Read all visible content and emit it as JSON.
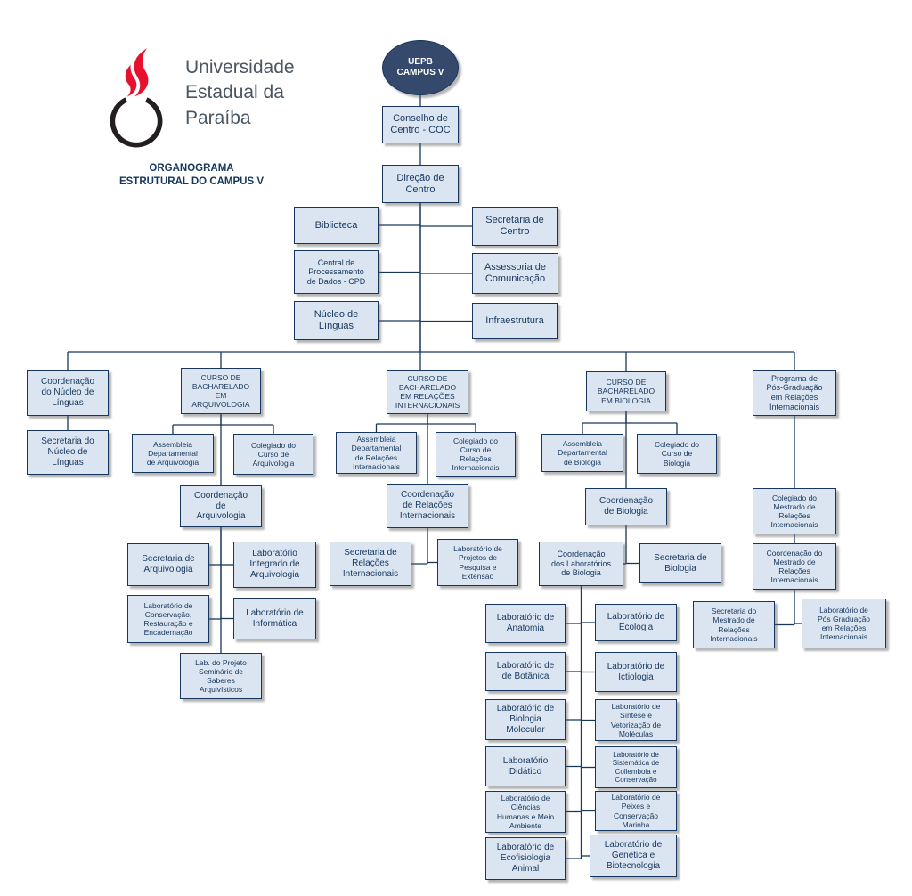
{
  "header": {
    "university_name": "Universidade\nEstadual da\nParaíba",
    "chart_title": "ORGANOGRAMA\nESTRUTURAL DO CAMPUS V"
  },
  "colors": {
    "line": "#17375d",
    "text": "#17375d",
    "box_fill": "#dbe5f1",
    "box_border": "#16365d",
    "root_fill": "#35496d",
    "logo_red": "#e8112d",
    "logo_arc": "#231f20"
  },
  "org": {
    "nodes": [
      {
        "id": "ellipse",
        "label": "UEPB\nCAMPUS V",
        "parent": null
      },
      {
        "id": "coc",
        "label": "Conselho de\nCentro - COC",
        "parent": "ellipse"
      },
      {
        "id": "direcao",
        "label": "Direção de\nCentro",
        "parent": "coc"
      },
      {
        "id": "biblioteca",
        "label": "Biblioteca",
        "parent": "direcao"
      },
      {
        "id": "secretaria_centro",
        "label": "Secretaria de\nCentro",
        "parent": "direcao"
      },
      {
        "id": "cpd",
        "label": "Central de\nProcessamento\nde Dados - CPD",
        "parent": "direcao"
      },
      {
        "id": "assessoria",
        "label": "Assessoria de\nComunicação",
        "parent": "direcao"
      },
      {
        "id": "nucleo_linguas",
        "label": "Núcleo de\nLínguas",
        "parent": "direcao"
      },
      {
        "id": "infraestrutura",
        "label": "Infraestrutura",
        "parent": "direcao"
      },
      {
        "id": "coord_nucleo",
        "label": "Coordenação\ndo Núcleo de\nLínguas",
        "parent": "direcao"
      },
      {
        "id": "curso_arq",
        "label": "CURSO DE\nBACHARELADO\nEM\nARQUIVOLOGIA",
        "parent": "direcao"
      },
      {
        "id": "curso_ri",
        "label": "CURSO DE\nBACHARELADO\nEM RELAÇÕES\nINTERNACIONAIS",
        "parent": "direcao"
      },
      {
        "id": "curso_bio",
        "label": "CURSO DE\nBACHARELADO\nEM BIOLOGIA",
        "parent": "direcao"
      },
      {
        "id": "prog_pos",
        "label": "Programa de\nPós-Graduação\nem Relações\nInternacionais",
        "parent": "direcao"
      },
      {
        "id": "sec_nucleo",
        "label": "Secretaria do\nNúcleo de\nLínguas",
        "parent": "coord_nucleo"
      },
      {
        "id": "assemb_arq",
        "label": "Assembleia\nDepartamental\nde Arquivologia",
        "parent": "curso_arq"
      },
      {
        "id": "coleg_arq",
        "label": "Colegiado do\nCurso de\nArquivologia",
        "parent": "curso_arq"
      },
      {
        "id": "coord_arq",
        "label": "Coordenação\nde\nArquivologia",
        "parent": "curso_arq"
      },
      {
        "id": "assemb_ri",
        "label": "Assembleia\nDepartamental\nde Relações\nInternacionais",
        "parent": "curso_ri"
      },
      {
        "id": "coleg_ri",
        "label": "Colegiado do\nCurso de\nRelações\nInternacionais",
        "parent": "curso_ri"
      },
      {
        "id": "coord_ri",
        "label": "Coordenação\nde Relações\nInternacionais",
        "parent": "curso_ri"
      },
      {
        "id": "assemb_bio",
        "label": "Assembleia\nDepartamental\nde Biologia",
        "parent": "curso_bio"
      },
      {
        "id": "coleg_bio",
        "label": "Colegiado do\nCurso de\nBiologia",
        "parent": "curso_bio"
      },
      {
        "id": "coord_bio",
        "label": "Coordenação\nde Biologia",
        "parent": "curso_bio"
      },
      {
        "id": "coleg_mest",
        "label": "Colegiado do\nMestrado de\nRelações\nInternacionais",
        "parent": "prog_pos"
      },
      {
        "id": "coord_mest",
        "label": "Coordenação do\nMestrado de\nRelações\nInternacionais",
        "parent": "coleg_mest"
      },
      {
        "id": "sec_arq",
        "label": "Secretaria de\nArquivologia",
        "parent": "coord_arq"
      },
      {
        "id": "lab_int_arq",
        "label": "Laboratório\nIntegrado de\nArquivologia",
        "parent": "coord_arq"
      },
      {
        "id": "lab_conserv",
        "label": "Laboratório de\nConservação,\nRestauração e\nEncadernação",
        "parent": "coord_arq"
      },
      {
        "id": "lab_inform",
        "label": "Laboratório de\nInformática",
        "parent": "coord_arq"
      },
      {
        "id": "lab_projeto",
        "label": "Lab. do Projeto\nSeminário de\nSaberes\nArquivísticos",
        "parent": "coord_arq"
      },
      {
        "id": "sec_ri",
        "label": "Secretaria de\nRelações\nInternacionais",
        "parent": "coord_ri"
      },
      {
        "id": "lab_proj_ri",
        "label": "Laboratório de\nProjetos de\nPesquisa e\nExtensão",
        "parent": "coord_ri"
      },
      {
        "id": "coord_labs_bio",
        "label": "Coordenação\ndos Laboratórios\nde Biologia",
        "parent": "coord_bio"
      },
      {
        "id": "sec_bio",
        "label": "Secretaria de\nBiologia",
        "parent": "coord_bio"
      },
      {
        "id": "lab_anatomia",
        "label": "Laboratório de\nAnatomia",
        "parent": "coord_labs_bio"
      },
      {
        "id": "lab_botanica",
        "label": "Laboratório de\nde Botânica",
        "parent": "coord_labs_bio"
      },
      {
        "id": "lab_biomol",
        "label": "Laboratório de\nBiologia\nMolecular",
        "parent": "coord_labs_bio"
      },
      {
        "id": "lab_didatico",
        "label": "Laboratório\nDidático",
        "parent": "coord_labs_bio"
      },
      {
        "id": "lab_ciencias",
        "label": "Laboratório de\nCiências\nHumanas e Meio\nAmbiente",
        "parent": "coord_labs_bio"
      },
      {
        "id": "lab_ecofisio",
        "label": "Laboratório de\nEcofisiologia\nAnimal",
        "parent": "coord_labs_bio"
      },
      {
        "id": "lab_ecologia",
        "label": "Laboratório de\nEcologia",
        "parent": "coord_labs_bio"
      },
      {
        "id": "lab_ictio",
        "label": "Laboratório de\nIctiologia",
        "parent": "coord_labs_bio"
      },
      {
        "id": "lab_sintese",
        "label": "Laboratório de\nSíntese e\nVetorização de\nMoléculas",
        "parent": "coord_labs_bio"
      },
      {
        "id": "lab_sistematica",
        "label": "Laboratório de\nSistemática de\nCollembola e\nConservação",
        "parent": "coord_labs_bio"
      },
      {
        "id": "lab_peixes",
        "label": "Laboratório de\nPeixes e\nConservação\nMarinha",
        "parent": "coord_labs_bio"
      },
      {
        "id": "lab_genetica",
        "label": "Laboratório de\nGenética e\nBiotecnologia",
        "parent": "coord_labs_bio"
      },
      {
        "id": "sec_mest",
        "label": "Secretaria do\nMestrado de\nRelações\nInternacionais",
        "parent": "coord_mest"
      },
      {
        "id": "lab_pos",
        "label": "Laboratório de\nPós Graduação\nem Relações\nInternacionais",
        "parent": "coord_mest"
      }
    ]
  }
}
